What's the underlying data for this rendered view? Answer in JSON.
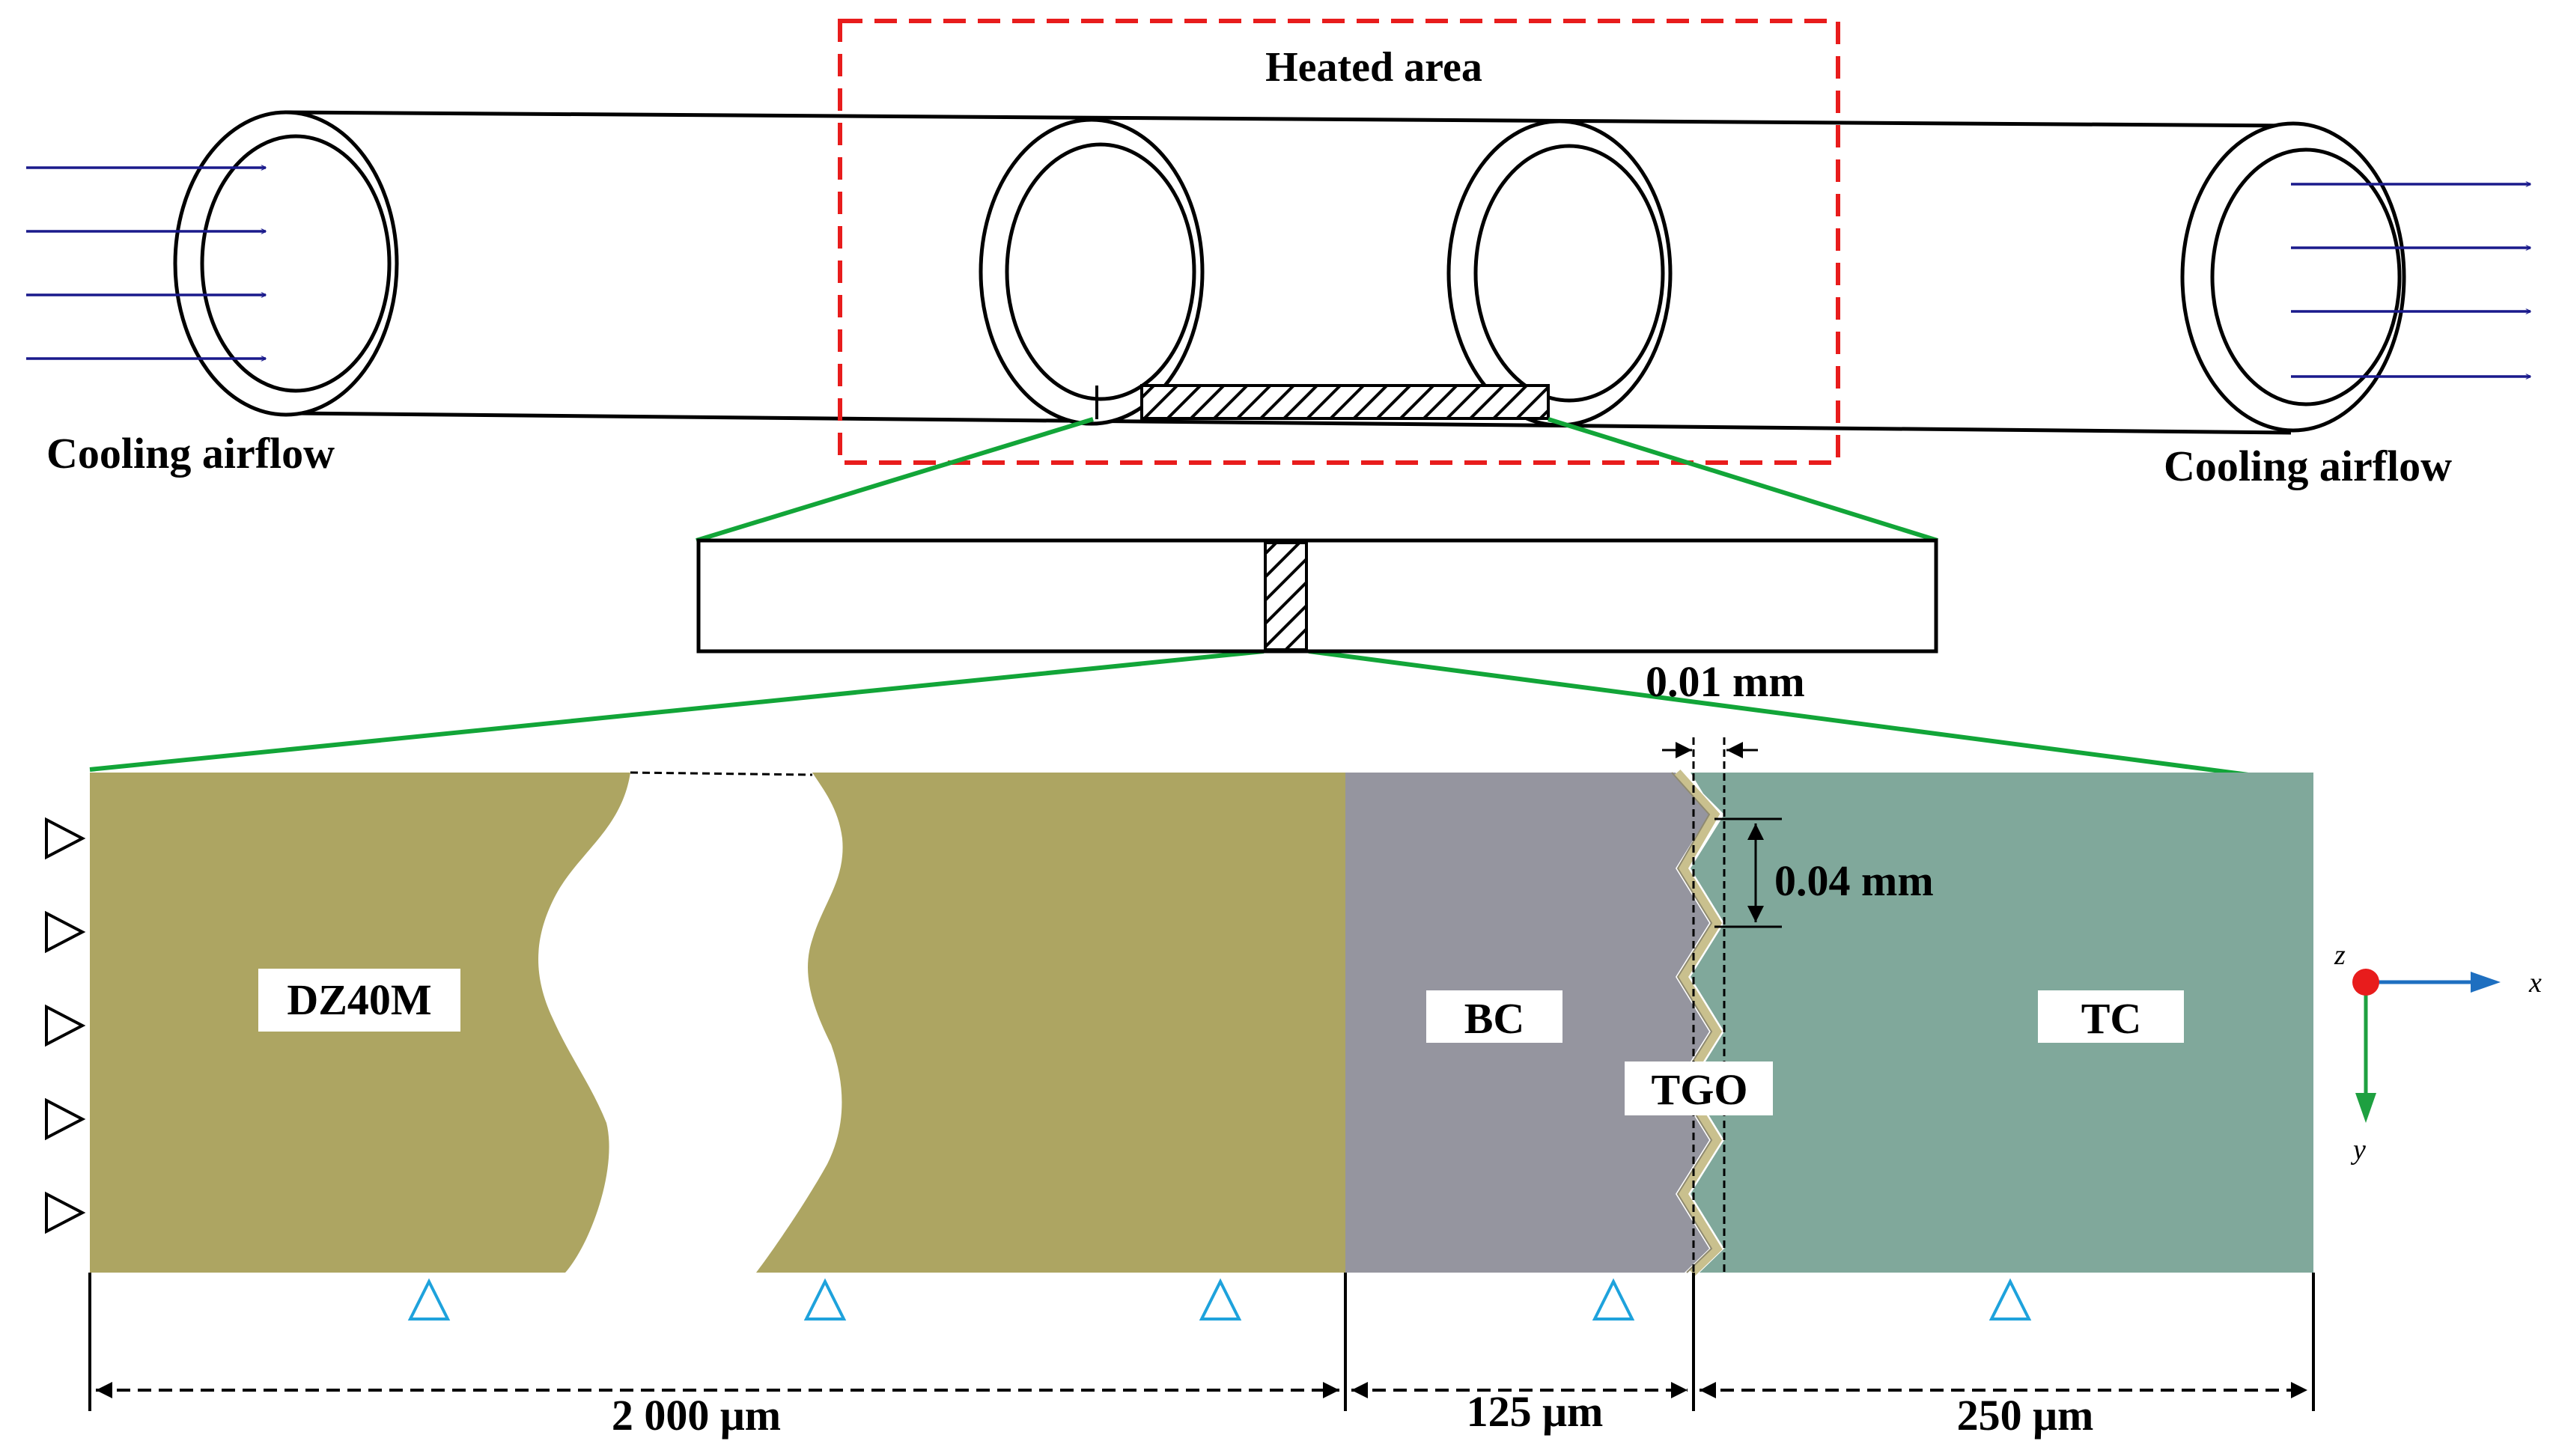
{
  "labels": {
    "heated_area": "Heated area",
    "cooling_left": "Cooling airflow",
    "cooling_right": "Cooling airflow",
    "tgo_thickness": "0.01 mm",
    "wave_period": "0.04 mm",
    "substrate": "DZ40M",
    "bond_coat": "BC",
    "oxide": "TGO",
    "top_coat": "TC",
    "dim_substrate": "2 000 μm",
    "dim_bc": "125 μm",
    "dim_tc": "250 μm",
    "axis_x": "x",
    "axis_y": "y",
    "axis_z": "z"
  },
  "colors": {
    "substrate": "#ada562",
    "bond_coat": "#95959f",
    "top_coat": "#80a89b",
    "tgo_stroke": "#c9c08e",
    "heated_frame": "#e81c1c",
    "zoom_lines": "#12a538",
    "airflow_arrows": "#1a1a8c",
    "constraint_triangles": "#1ea2dc",
    "axis_x_arrow": "#1e6fc0",
    "axis_y_arrow": "#1ea040",
    "origin_dot": "#e81c1c"
  }
}
